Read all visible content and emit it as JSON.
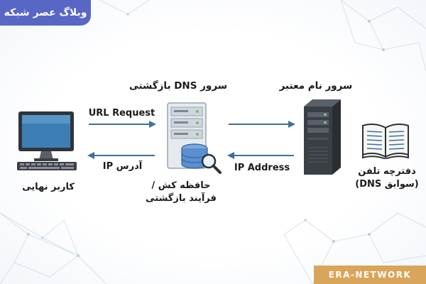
{
  "badge": "وبلاگ عصر شبکه",
  "brand": "ERA-NETWORK",
  "headings": {
    "resolver": "سرور DNS بازگشتی",
    "authoritative": "سرور نام معتبر"
  },
  "labels": {
    "user": "کاربر نهایی",
    "resolver_line1": "حافظه کش /",
    "resolver_line2": "فرآیند بازگشتی",
    "phonebook_line1": "دفترچه تلفن",
    "phonebook_line2": "(سوابق DNS)"
  },
  "arrows": {
    "url_request": "URL Request",
    "ip_reply": "آدرس IP",
    "ip_address": "IP Address"
  },
  "colors": {
    "badge": "#5866c6",
    "brand": "#d9a55a",
    "arrow": "#3f6f9b",
    "monitor_screen": "#3d7fb4",
    "server_dark": "#3a3f45",
    "server_light": "#dfe4ea",
    "db": "#5a8fd0"
  }
}
